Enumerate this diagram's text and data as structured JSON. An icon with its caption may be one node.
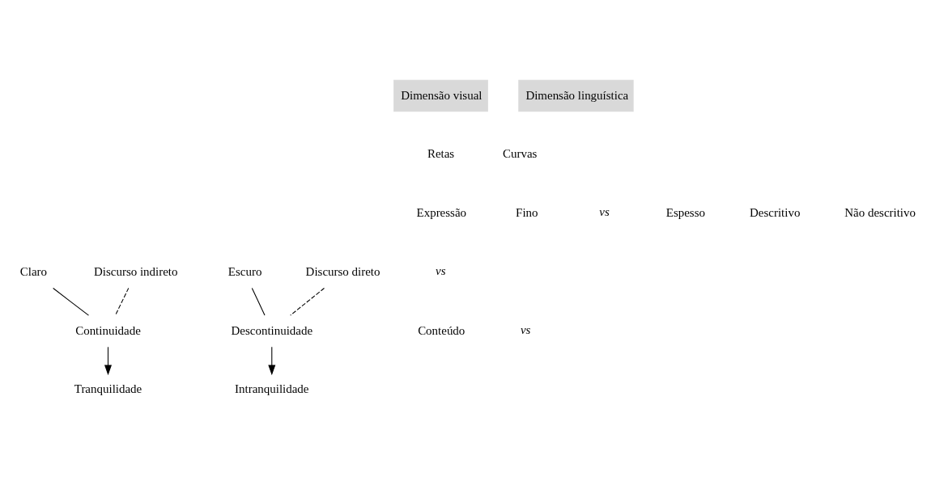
{
  "diagram": {
    "nodes": [
      {
        "text": [
          "Claro"
        ]
      },
      {
        "text": [
          "Escuro"
        ]
      },
      {
        "text": [
          "Discurso indireto"
        ]
      },
      {
        "text": [
          "Discurso direto"
        ]
      },
      {
        "text": [
          "Continuidade"
        ]
      },
      {
        "text": [
          "Descontinuidade"
        ]
      },
      {
        "text": [
          "Tranquilidade"
        ]
      },
      {
        "text": [
          "Intranquilidade"
        ]
      }
    ],
    "edges": [
      {
        "from": 0,
        "to": 4,
        "arrow": "none"
      },
      {
        "from": 2,
        "to": 4,
        "arrow": "none",
        "style": "dashed"
      },
      {
        "from": 1,
        "to": 5,
        "arrow": "none"
      },
      {
        "from": 3,
        "to": 5,
        "arrow": "none",
        "style": "dashed"
      },
      {
        "from": 4,
        "to": 6,
        "arrow": "to"
      },
      {
        "from": 5,
        "to": 7,
        "arrow": "to"
      }
    ],
    "labels": [
      "Dimensão visual",
      "Dimensão linguística",
      "Expressão",
      "Retas",
      "Curvas",
      "Fino",
      "vs",
      "Espesso",
      "Descritivo",
      "Não descritivo",
      "vs",
      "Conteúdo",
      "vs"
    ]
  }
}
